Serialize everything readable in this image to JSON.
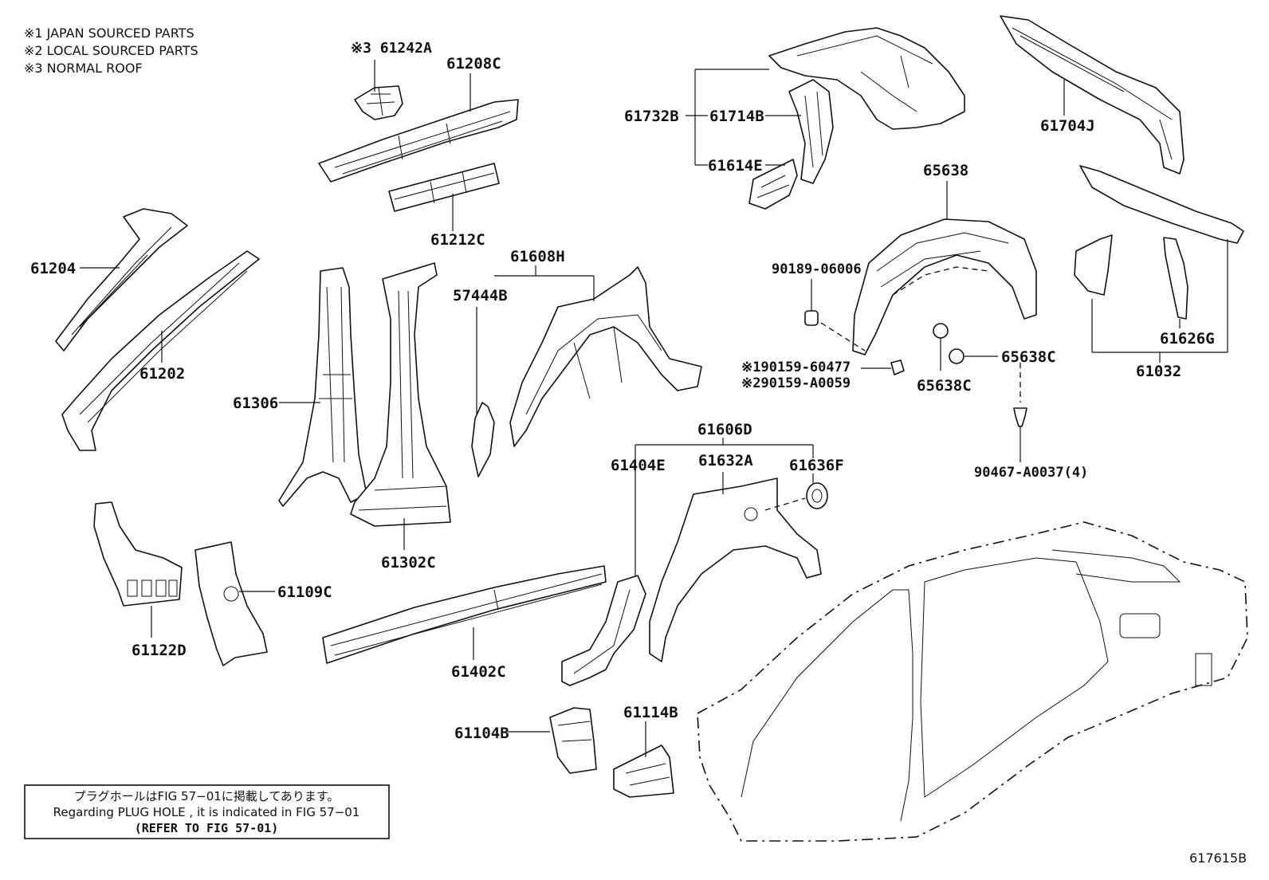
{
  "notes": [
    "※1 JAPAN SOURCED PARTS",
    "※2 LOCAL SOURCED PARTS",
    "※3 NORMAL ROOF"
  ],
  "labels": {
    "p61242A": "※3 61242A",
    "p61208C": "61208C",
    "p61212C": "61212C",
    "p61204": "61204",
    "p61202": "61202",
    "p61306": "61306",
    "p61302C": "61302C",
    "p61608H": "61608H",
    "p57444B": "57444B",
    "p61732B": "61732B",
    "p61714B": "61714B",
    "p61614E": "61614E",
    "p61704J": "61704J",
    "p65638": "65638",
    "p90189": "90189-06006",
    "p90159a": "※190159-60477",
    "p90159b": "※290159-A0059",
    "p65638C1": "65638C",
    "p65638C2": "65638C",
    "p90467": "90467-A0037(4)",
    "p61626G": "61626G",
    "p61032": "61032",
    "p61606D": "61606D",
    "p61404E": "61404E",
    "p61632A": "61632A",
    "p61636F": "61636F",
    "p61122D": "61122D",
    "p61109C": "61109C",
    "p61402C": "61402C",
    "p61104B": "61104B",
    "p61114B": "61114B",
    "figure_code": "617615B"
  },
  "plug_note": {
    "line1": "プラグホールはFIG 57−01に掲載してあります。",
    "line2": "Regarding  PLUG  HOLE , it is indicated in FIG  57−01",
    "line3": "(REFER TO FIG 57-01)"
  }
}
